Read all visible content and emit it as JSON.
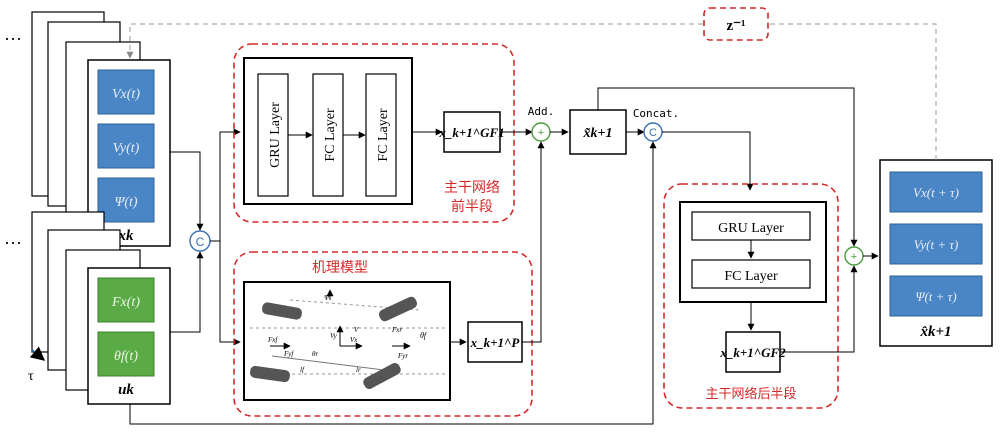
{
  "ellipsis": "…",
  "tau": "τ",
  "delay": "z⁻¹",
  "inputs": {
    "state_cells": [
      "Vx(t)",
      "Vy(t)",
      "Ψ(t)"
    ],
    "state_label": "xk",
    "control_cells": [
      "Fx(t)",
      "θf(t)"
    ],
    "control_label": "uk"
  },
  "concat_symbol": "C",
  "front_half": {
    "layers": [
      "GRU Layer",
      "FC Layer",
      "FC Layer"
    ],
    "output": "x_k+1^GF1",
    "caption_line1": "主干网络",
    "caption_line2": "前半段"
  },
  "mechanism": {
    "caption": "机理模型",
    "output": "x_k+1^P",
    "sketch_labels": [
      "Fxf",
      "Fyf",
      "Fxr",
      "Fyr",
      "θf",
      "Vx",
      "Vy",
      "V",
      "Ψ",
      "lf",
      "lr",
      "θr"
    ]
  },
  "add_label": "Add.",
  "add_symbol": "+",
  "sum_state": "x̃k+1",
  "concat_label": "Concat.",
  "back_half": {
    "layers": [
      "GRU Layer",
      "FC Layer"
    ],
    "output": "x_k+1^GF2",
    "caption": "主干网络后半段"
  },
  "output": {
    "cells": [
      "Vx(t + τ)",
      "Vy(t + τ)",
      "Ψ(t + τ)"
    ],
    "label": "x̂k+1"
  },
  "colors": {
    "blue_cell": "#4a86c5",
    "green_cell": "#5aab46",
    "dashed_red": "#d42a2a",
    "circle_green": "#4a9a3e",
    "circle_blue": "#3a6fb0"
  }
}
